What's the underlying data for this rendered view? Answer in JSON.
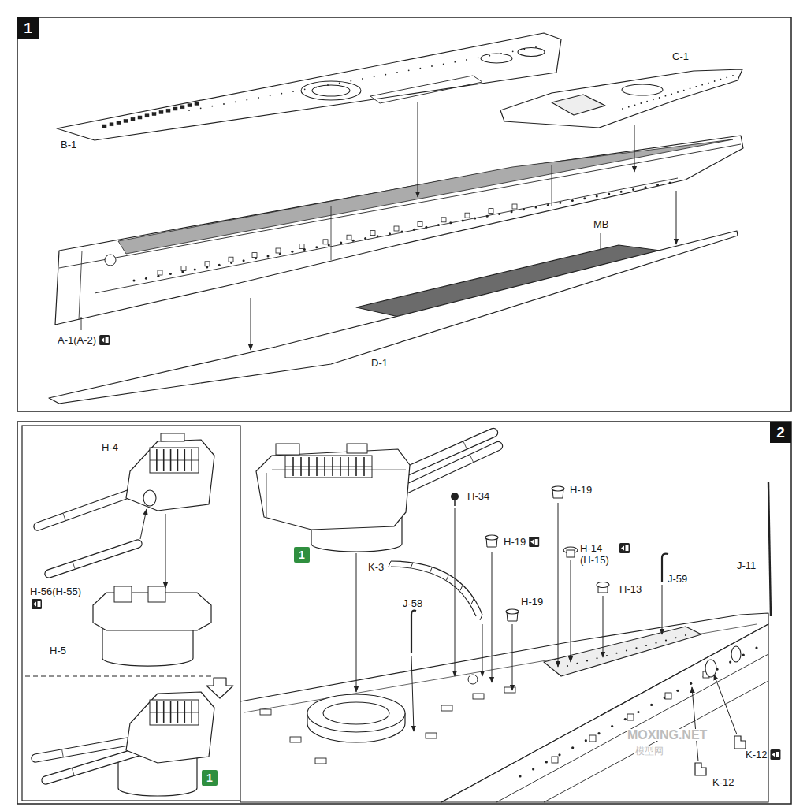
{
  "diagram": {
    "nodes": [
      {
        "text": [
          "1"
        ]
      },
      {
        "text": [
          "2"
        ]
      },
      {
        "text": [
          "1"
        ]
      },
      {
        "text": [
          "1"
        ]
      }
    ],
    "labels": [
      "B-1",
      "C-1",
      "MB",
      "A-1(A-2)",
      "D-1",
      "H-4",
      "H-56(H-55)",
      "H-5",
      "H-34",
      "H-19",
      "H-19",
      "H-14 (H-15)",
      "H-13",
      "J-59",
      "J-11",
      "K-3",
      "J-58",
      "H-19",
      "K-12",
      "K-12",
      "MOXING.NET",
      "模型网"
    ]
  }
}
